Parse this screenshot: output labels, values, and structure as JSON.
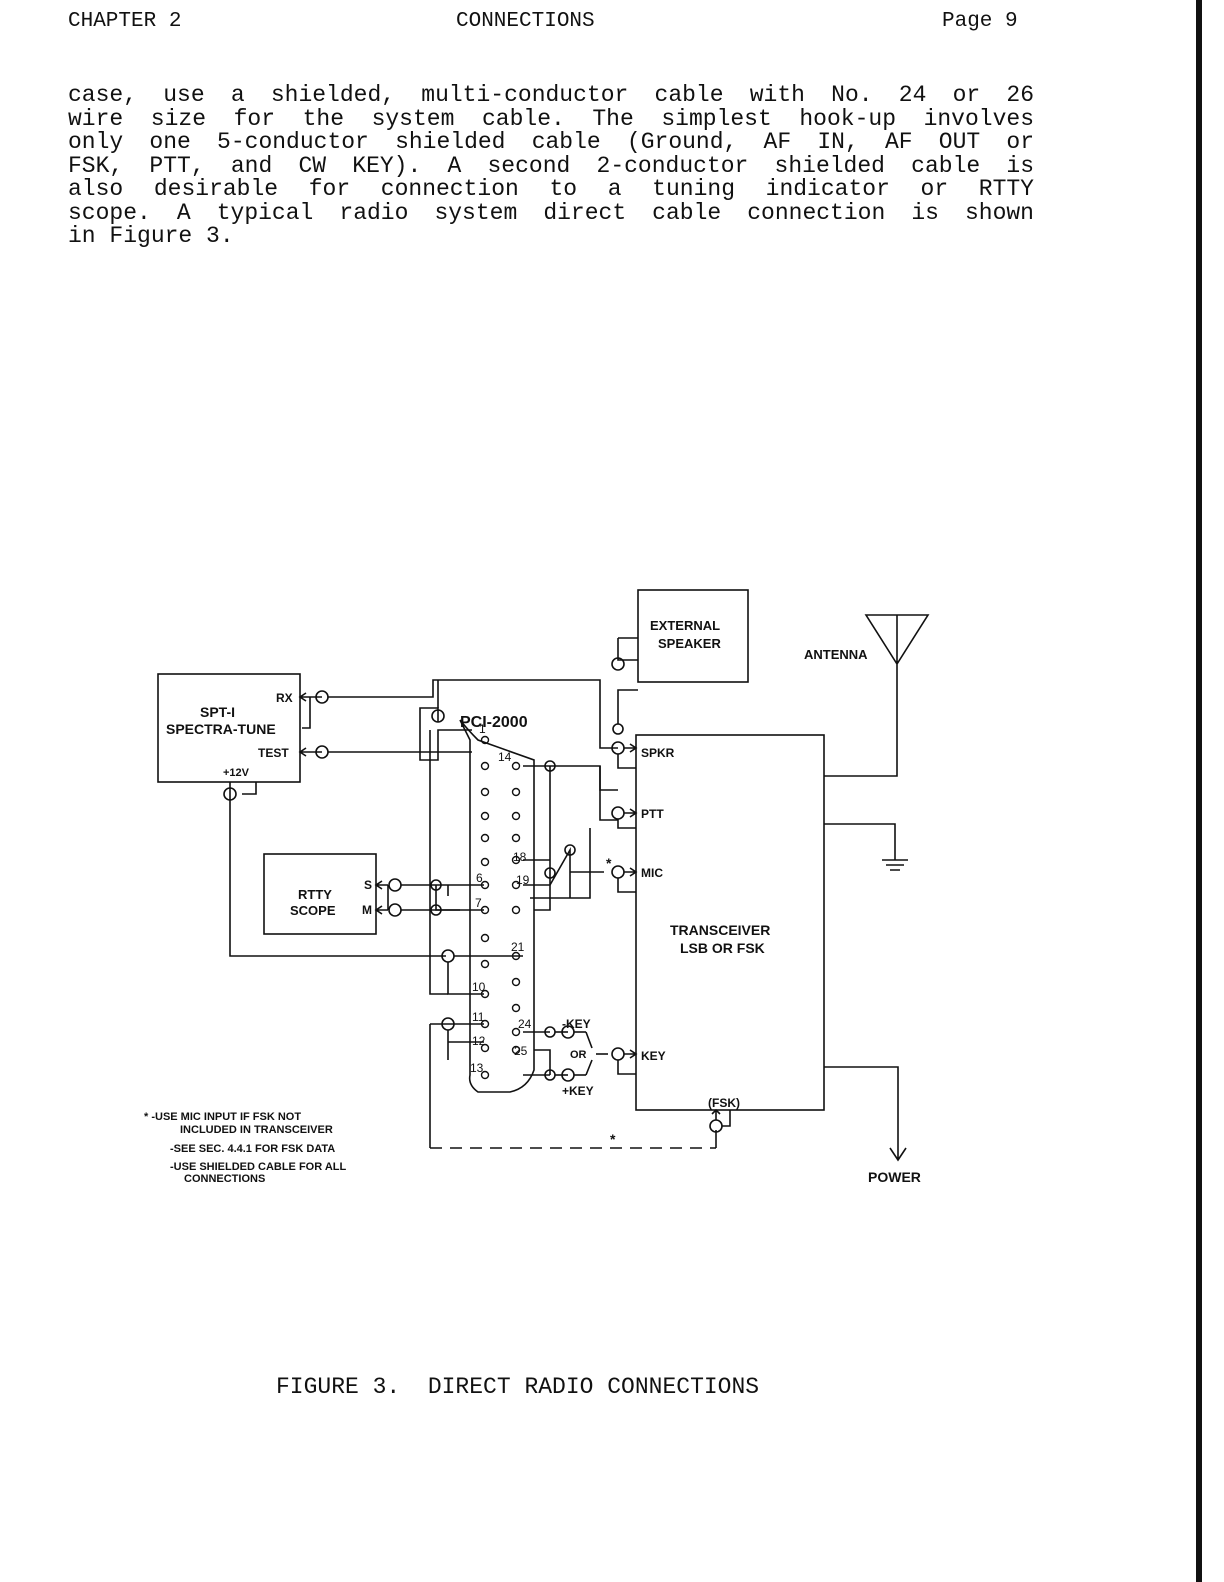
{
  "header": {
    "chapter": "CHAPTER 2",
    "section": "CONNECTIONS",
    "page": "Page 9"
  },
  "body": {
    "lines": [
      "case, use a shielded, multi-conductor cable with No. 24 or 26",
      "wire size for the system cable. The simplest hook-up involves",
      "only one 5-conductor shielded cable (Ground, AF IN, AF OUT or",
      "FSK, PTT, and CW KEY). A second 2-conductor shielded cable is",
      "also desirable for connection to a tuning indicator or RTTY",
      "scope. A typical radio system direct cable connection is shown",
      "in Figure 3."
    ]
  },
  "figure": {
    "caption": "FIGURE 3.  DIRECT RADIO CONNECTIONS",
    "labels": {
      "spt_title_1": "SPT-I",
      "spt_title_2": "SPECTRA-TUNE",
      "spt_rx": "RX",
      "spt_test": "TEST",
      "spt_12v": "+12V",
      "pci": "PCI-2000",
      "scope_1": "RTTY",
      "scope_2": "SCOPE",
      "scope_s": "S",
      "scope_m": "M",
      "ext_spk_1": "EXTERNAL",
      "ext_spk_2": "SPEAKER",
      "antenna": "ANTENNA",
      "spkr": "SPKR",
      "ptt": "PTT",
      "mic": "MIC",
      "key": "KEY",
      "fsk": "(FSK)",
      "xcvr_1": "TRANSCEIVER",
      "xcvr_2": "LSB OR FSK",
      "power": "POWER",
      "minus_key": "-KEY",
      "plus_key": "+KEY",
      "or": "OR",
      "star": "*"
    },
    "pins": [
      "1",
      "14",
      "18",
      "19",
      "6",
      "7",
      "21",
      "10",
      "11",
      "24",
      "12",
      "25",
      "13"
    ],
    "notes": [
      "* -USE MIC INPUT IF FSK NOT",
      "INCLUDED IN TRANSCEIVER",
      "-SEE SEC. 4.4.1 FOR FSK DATA",
      "-USE SHIELDED CABLE FOR ALL",
      "CONNECTIONS"
    ]
  }
}
